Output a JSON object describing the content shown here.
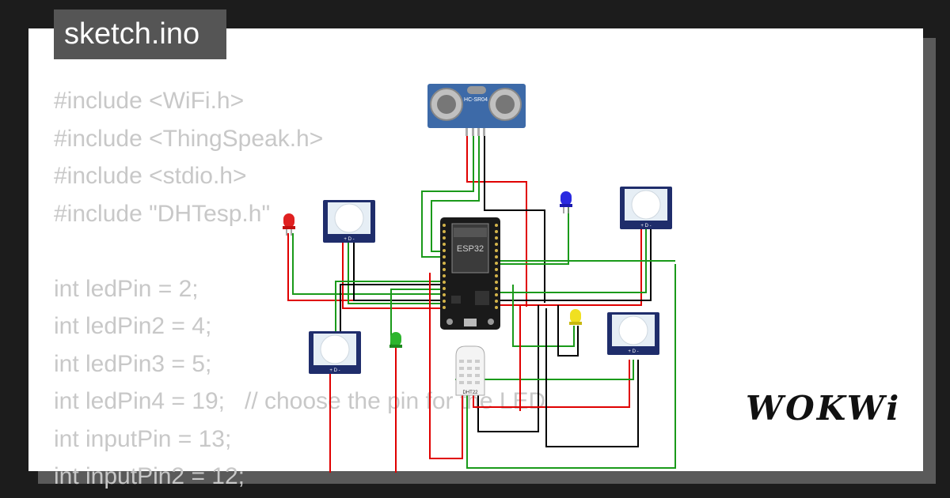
{
  "tab": {
    "title": "sketch.ino"
  },
  "code": {
    "lines": [
      "#include <WiFi.h>",
      "#include <ThingSpeak.h>",
      "#include <stdio.h>",
      "#include \"DHTesp.h\"",
      "",
      "int ledPin = 2;",
      "int ledPin2 = 4;",
      "int ledPin3 = 5;",
      "int ledPin4 = 19;   // choose the pin for the LED",
      "int inputPin = 13;",
      "int inputPin2 = 12;"
    ]
  },
  "circuit": {
    "board_label": "ESP32",
    "ultrasonic_label": "HC-SR04",
    "dht_label": "DHT22",
    "pir_pin_labels": "+ D -",
    "led_colors": {
      "red": "#e02020",
      "blue": "#2a2ae0",
      "yellow": "#f0e020",
      "green": "#2db52d"
    },
    "wire_colors": {
      "red": "#e00000",
      "black": "#000000",
      "green": "#1a9a1a"
    }
  },
  "brand": {
    "logo": "WOKWi"
  }
}
